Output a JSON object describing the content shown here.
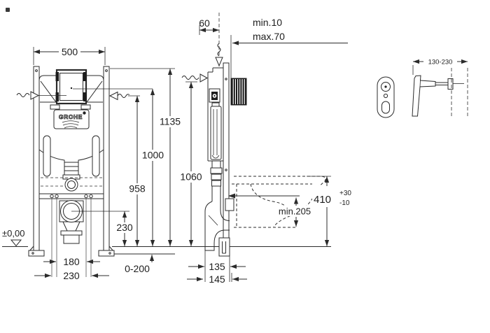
{
  "colors": {
    "line": "#2b2b2b",
    "background": "#ffffff"
  },
  "front_view": {
    "brand_logo": "GROHE",
    "dim_width": "500",
    "dim_total_height": "1135",
    "dim_height_1000": "1000",
    "dim_height_958": "958",
    "dim_outlet_height": "230",
    "dim_bolt_spacing_inner": "180",
    "dim_bolt_spacing_outer": "230",
    "dim_foot_adjust": "0-200",
    "datum_level": "±0,00"
  },
  "side_view": {
    "dim_frame_depth": "60",
    "dim_wall_min": "min.10",
    "dim_wall_max": "max.70",
    "dim_height_1060": "1060",
    "dim_bowl_clearance": "min.205",
    "dim_seat_height": "410",
    "dim_seat_tol_plus": "+30",
    "dim_seat_tol_minus": "-10",
    "dim_pipe_offset_135": "135",
    "dim_pipe_offset_145": "145"
  },
  "actuator_detail": {
    "dim_rod_range": "130-230"
  }
}
